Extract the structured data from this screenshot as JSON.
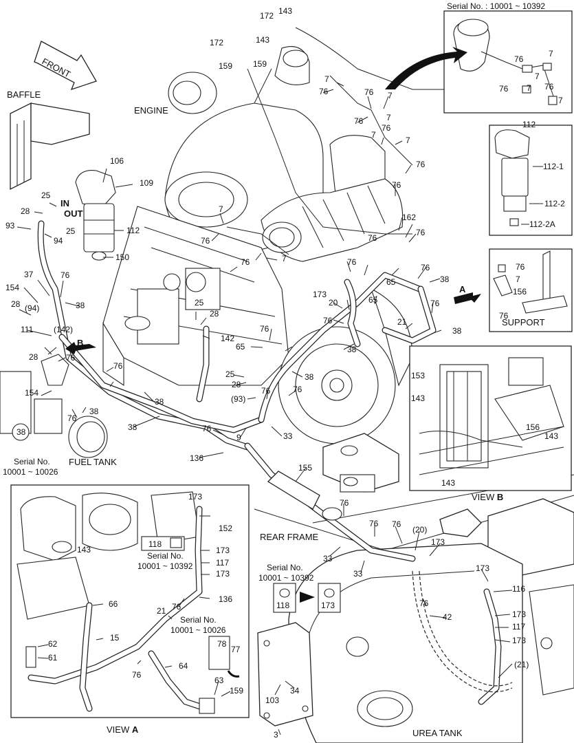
{
  "captions": {
    "front": "FRONT",
    "baffle": "BAFFLE",
    "engine": "ENGINE",
    "in": "IN",
    "out": "OUT",
    "fuel_tank": "FUEL TANK",
    "rear_frame": "REAR FRAME",
    "urea_tank": "UREA TANK",
    "support": "SUPPORT",
    "view": "VIEW",
    "view_a": "A",
    "view_b": "B",
    "arrow_a": "A",
    "arrow_b": "B"
  },
  "serials": {
    "top_right": "Serial No. : 10001 ~ 10392",
    "left_label": "Serial No.",
    "left_range": "10001 ~ 10026",
    "mid_label": "Serial No.",
    "mid_range": "10001 ~ 10392",
    "viewa_118_label": "Serial No.",
    "viewa_118_range": "10001 ~ 10392",
    "viewa_78_label": "Serial No.",
    "viewa_78_range": "10001 ~ 10026"
  },
  "callouts": {
    "c172a": "172",
    "c143a": "143",
    "c172b": "172",
    "c143b": "143",
    "c159a": "159",
    "c159b": "159",
    "c7a": "7",
    "c76a": "76",
    "c76b": "76",
    "c7b": "7",
    "c76c": "76",
    "c7c": "7",
    "c7d": "7",
    "c76d": "76",
    "c7e": "7",
    "c76e": "76",
    "c162": "162",
    "c76f": "76",
    "c76g": "76",
    "c7f": "7",
    "c76h": "76",
    "c7g": "7",
    "c76i": "76",
    "c76j": "76",
    "c65a": "65",
    "c76k": "76",
    "c173a": "173",
    "c20": "20",
    "c65b": "65",
    "c38a": "38",
    "c76l": "76",
    "c21": "21",
    "c38b": "38",
    "c76m": "76",
    "c38c": "38",
    "c76n": "76",
    "c65c": "65",
    "c76o": "76",
    "c38d": "38",
    "c106": "106",
    "c109": "109",
    "c25a": "25",
    "c28a": "28",
    "c25b": "25",
    "c93": "93",
    "c94": "94",
    "c112": "112",
    "c150": "150",
    "c37": "37",
    "c76p": "76",
    "c154a": "154",
    "c38e": "38",
    "c28b": "28",
    "c94p": "(94)",
    "c142p": "(142)",
    "c111": "111",
    "c28c": "28",
    "c25c": "25",
    "c28d": "28",
    "c142": "142",
    "c76q": "76",
    "c76r": "76",
    "c154b": "154",
    "c76s": "76",
    "c38f": "38",
    "c38g": "38",
    "c38h": "38",
    "c76t": "76",
    "c136a": "136",
    "c25d": "25",
    "c28e": "28",
    "c93p": "(93)",
    "c76u": "76",
    "c76v": "76",
    "c9": "9",
    "c33a": "33",
    "c155": "155",
    "c38circ": "38",
    "r112": "112",
    "r112_1": "112-1",
    "r112_2": "112-2",
    "r112_2a": "112-2A",
    "s76a": "76",
    "s7": "7",
    "s156": "156",
    "s76b": "76",
    "t76a": "76",
    "t7a": "7",
    "t76b": "76",
    "t7b": "7",
    "t7c": "7",
    "t76c": "76",
    "t7d": "7",
    "b153": "153",
    "b143a": "143",
    "b143b": "143",
    "b156": "156",
    "b143c": "143",
    "a173": "173",
    "a152": "152",
    "a118": "118",
    "a143": "143",
    "a173b": "173",
    "a117": "117",
    "a173c": "173",
    "a136": "136",
    "a66": "66",
    "a76a": "76",
    "a21": "21",
    "a15": "15",
    "a62": "62",
    "a61": "61",
    "a76b": "76",
    "a64": "64",
    "a78": "78",
    "a77": "77",
    "a63": "63",
    "a159": "159",
    "m76a": "76",
    "m76b": "76",
    "m76c": "76",
    "m20p": "(20)",
    "m173": "173",
    "m33a": "33",
    "m33b": "33",
    "m118": "118",
    "m173b": "173",
    "m76d": "76",
    "m42": "42",
    "m173c": "173",
    "m116": "116",
    "m173d": "173",
    "m117": "117",
    "m173e": "173",
    "m21p": "(21)",
    "m103": "103",
    "m34": "34",
    "m3": "3"
  }
}
